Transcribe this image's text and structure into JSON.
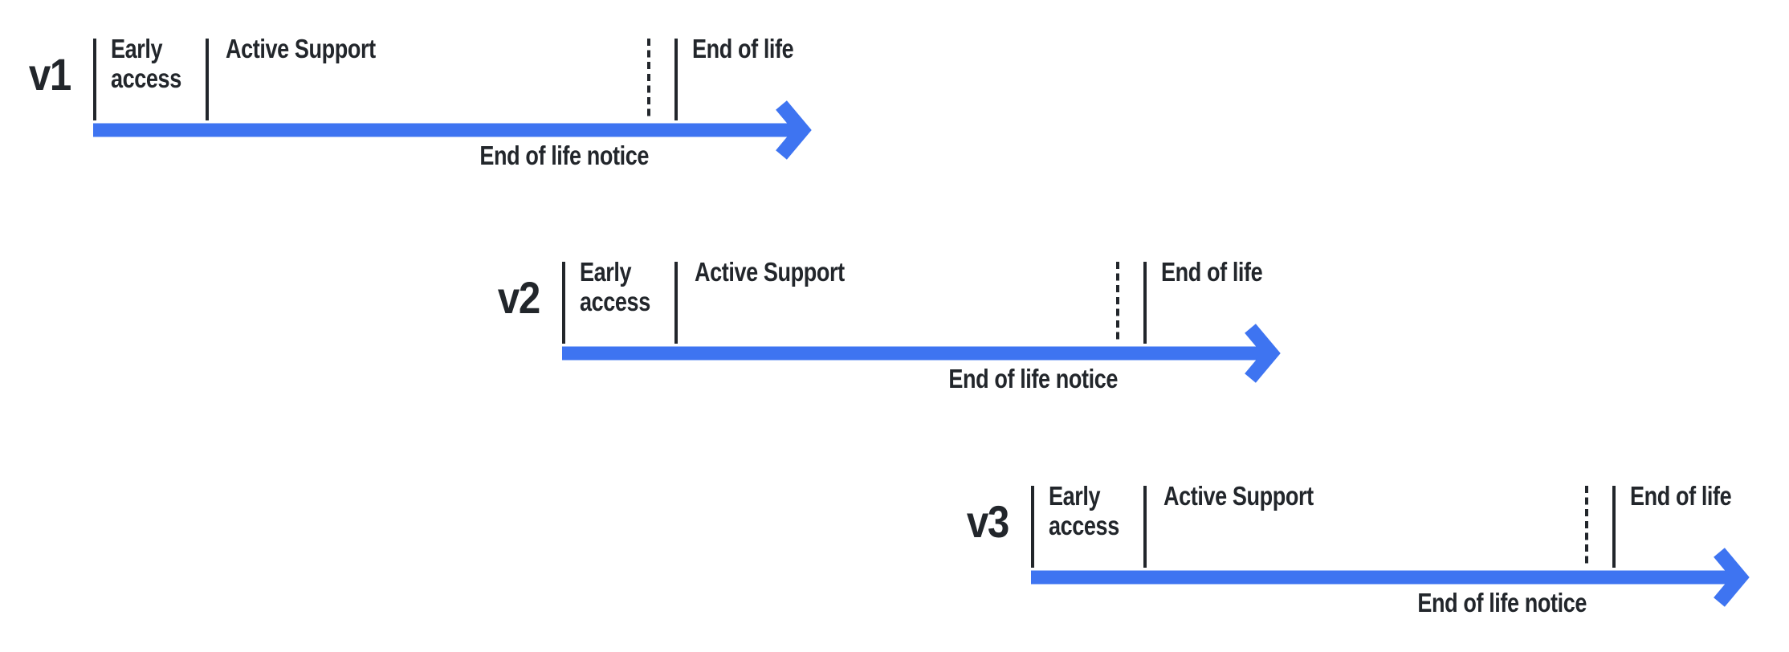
{
  "diagram": {
    "colors": {
      "accent": "#3E74F1",
      "ink": "#22262B",
      "background": "#FFFFFF"
    },
    "timelines": [
      {
        "version": "v1",
        "phases": {
          "early_access": "Early access",
          "active_support": "Active Support",
          "end_of_life": "End of life",
          "end_of_life_notice": "End of life notice"
        }
      },
      {
        "version": "v2",
        "phases": {
          "early_access": "Early access",
          "active_support": "Active Support",
          "end_of_life": "End of life",
          "end_of_life_notice": "End of life notice"
        }
      },
      {
        "version": "v3",
        "phases": {
          "early_access": "Early access",
          "active_support": "Active Support",
          "end_of_life": "End of life",
          "end_of_life_notice": "End of life notice"
        }
      }
    ]
  }
}
